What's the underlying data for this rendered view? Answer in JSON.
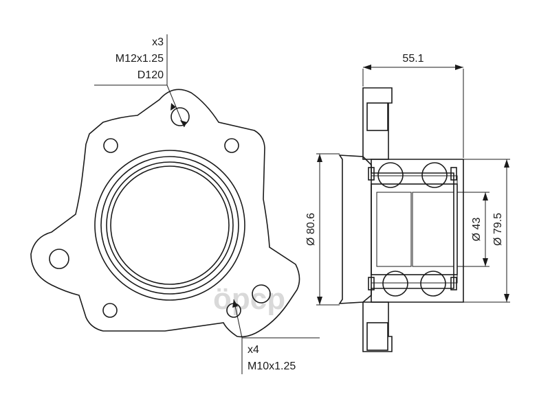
{
  "front_view": {
    "bolt_callout_top": [
      "x3",
      "M12x1.25",
      "D120"
    ],
    "bolt_callout_bottom": [
      "x4",
      "M10x1.25"
    ]
  },
  "section_view": {
    "width_dim": "55.1",
    "dia_left": "Ø 80.6",
    "dia_inner": "Ø 43",
    "dia_right": "Ø 79.5"
  },
  "watermark": "ӧрср"
}
